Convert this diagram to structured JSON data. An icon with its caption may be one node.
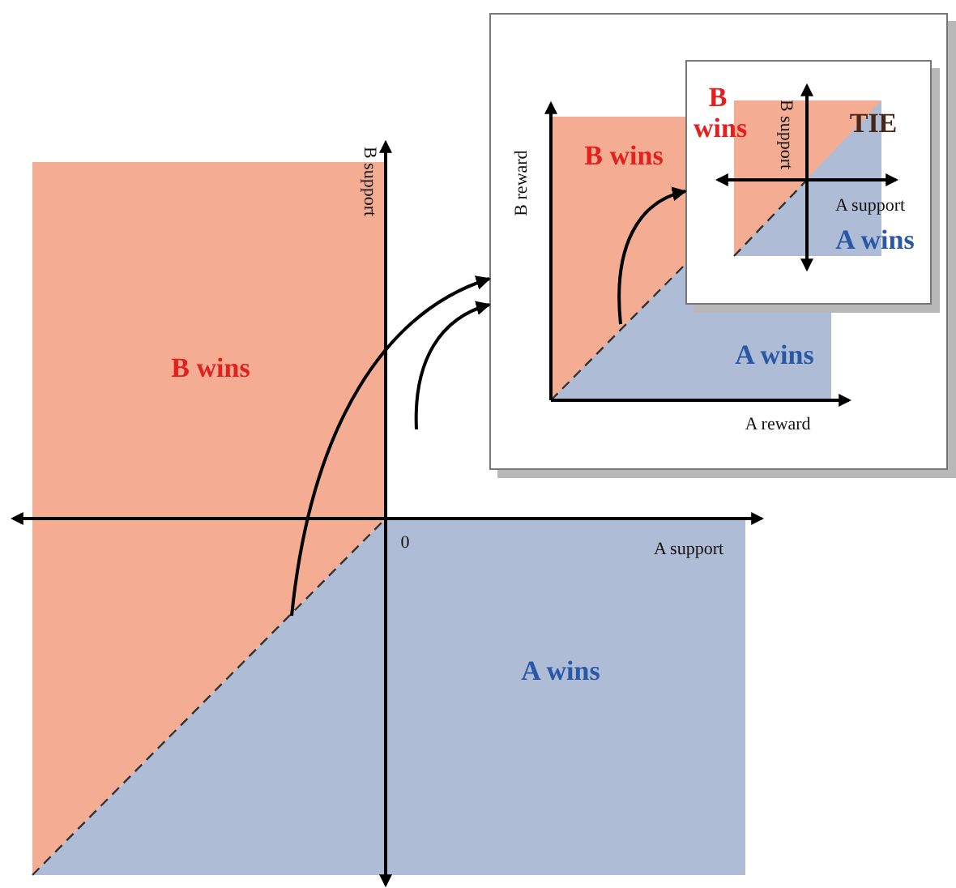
{
  "diagram": {
    "nodes": [
      {
        "text": [],
        "shape": "box"
      },
      {
        "text": [],
        "shape": "box",
        "in": 0
      }
    ],
    "edges": [
      {
        "from": null,
        "to": 0,
        "arrow": "to"
      },
      {
        "from": null,
        "to": 0,
        "arrow": "to"
      },
      {
        "from": null,
        "to": 1,
        "arrow": "to"
      }
    ],
    "labels": [
      "B wins",
      "B support",
      "B reward",
      "B wins",
      "B wins",
      "B support",
      "TIE",
      "A support",
      "A wins",
      "A wins",
      "A reward",
      "0",
      "A support",
      "A wins"
    ]
  }
}
